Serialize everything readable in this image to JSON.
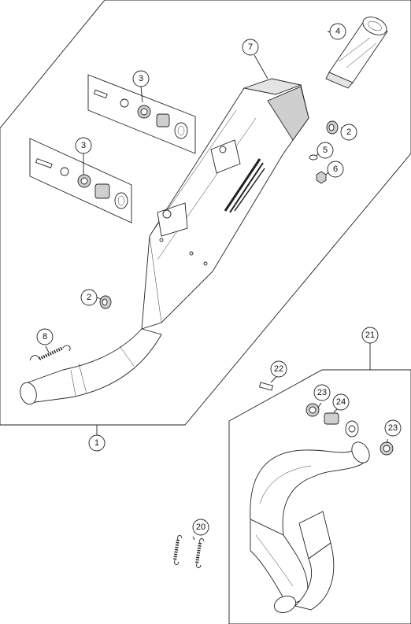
{
  "callouts": {
    "c1": "1",
    "c2a": "2",
    "c2b": "2",
    "c3a": "3",
    "c3b": "3",
    "c4": "4",
    "c5": "5",
    "c6": "6",
    "c7": "7",
    "c8": "8",
    "c20": "20",
    "c21": "21",
    "c22": "22",
    "c23a": "23",
    "c23b": "23",
    "c24": "24"
  },
  "muffler_label_graphic": "label-stripes"
}
